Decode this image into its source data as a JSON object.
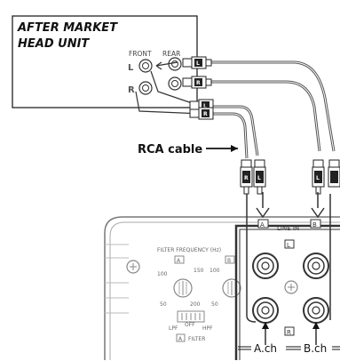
{
  "head_unit": {
    "title_line1": "AFTER MARKET",
    "title_line2": "HEAD UNIT",
    "front_label": "FRONT",
    "rear_label": "REAR",
    "left_label": "L",
    "right_label": "R"
  },
  "plugs": {
    "left_letter": "L",
    "right_letter": "R"
  },
  "rca_cable_label": "RCA cable",
  "amp": {
    "line_in_label": "LINE IN",
    "input_a_label": "A",
    "input_b_label": "B",
    "jack_l_label": "L",
    "jack_r_label": "R",
    "filter_frequency_label": "FILTER FREQUENCY (Hz)",
    "knob_a_label": "A",
    "knob_b_label": "B",
    "knob_a_scale": [
      "100",
      "150",
      "50",
      "200"
    ],
    "knob_b_scale": [
      "100",
      "50"
    ],
    "filter_switch_labels": [
      "LPF",
      "OFF",
      "HPF"
    ],
    "filter_switch_channel": "A",
    "filter_label": "FILTER"
  },
  "channel_labels": {
    "a": "A.ch",
    "b": "B.ch"
  }
}
